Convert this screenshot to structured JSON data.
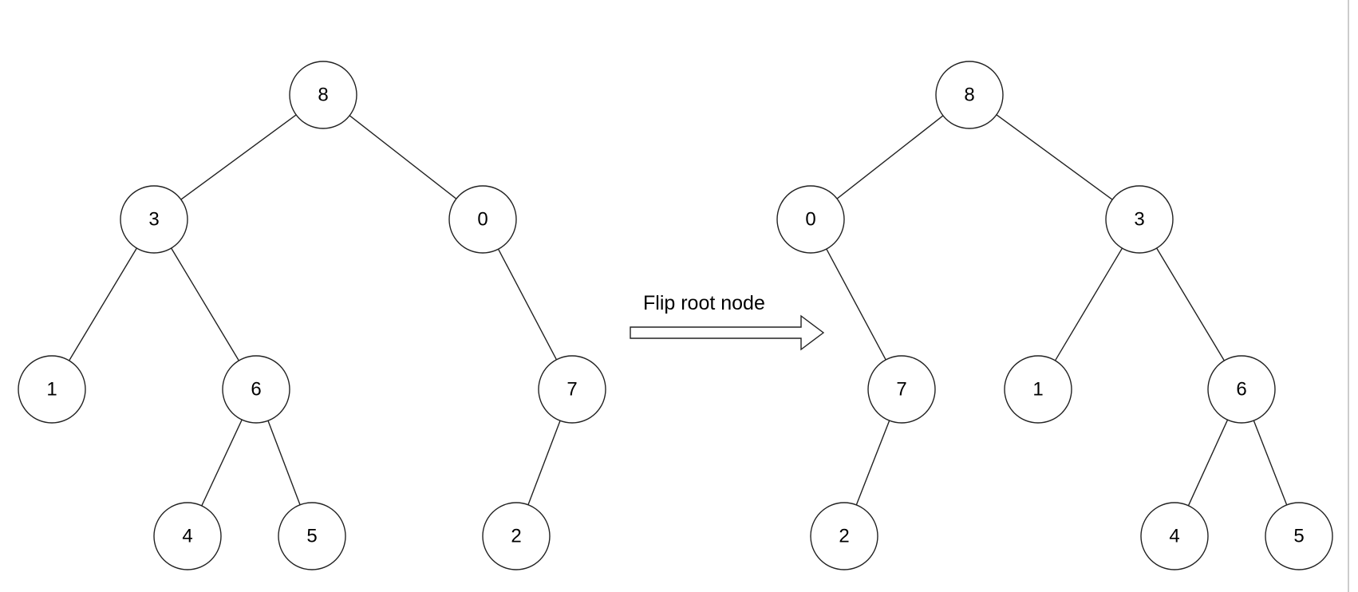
{
  "diagram": {
    "colors": {
      "stroke": "#222222",
      "fill": "#ffffff",
      "text": "#000000"
    },
    "arrow": {
      "label": "Flip root node"
    },
    "trees": [
      {
        "id": "before",
        "nodes": [
          {
            "id": "a8",
            "label": "8"
          },
          {
            "id": "a3",
            "label": "3"
          },
          {
            "id": "a0",
            "label": "0"
          },
          {
            "id": "a1",
            "label": "1"
          },
          {
            "id": "a6",
            "label": "6"
          },
          {
            "id": "a7",
            "label": "7"
          },
          {
            "id": "a4",
            "label": "4"
          },
          {
            "id": "a5",
            "label": "5"
          },
          {
            "id": "a2",
            "label": "2"
          }
        ],
        "edges": [
          [
            "a8",
            "a3"
          ],
          [
            "a8",
            "a0"
          ],
          [
            "a3",
            "a1"
          ],
          [
            "a3",
            "a6"
          ],
          [
            "a0",
            "a7"
          ],
          [
            "a6",
            "a4"
          ],
          [
            "a6",
            "a5"
          ],
          [
            "a7",
            "a2"
          ]
        ]
      },
      {
        "id": "after",
        "nodes": [
          {
            "id": "b8",
            "label": "8"
          },
          {
            "id": "b0",
            "label": "0"
          },
          {
            "id": "b3",
            "label": "3"
          },
          {
            "id": "b7",
            "label": "7"
          },
          {
            "id": "b1",
            "label": "1"
          },
          {
            "id": "b6",
            "label": "6"
          },
          {
            "id": "b2",
            "label": "2"
          },
          {
            "id": "b4",
            "label": "4"
          },
          {
            "id": "b5",
            "label": "5"
          }
        ],
        "edges": [
          [
            "b8",
            "b0"
          ],
          [
            "b8",
            "b3"
          ],
          [
            "b0",
            "b7"
          ],
          [
            "b3",
            "b1"
          ],
          [
            "b3",
            "b6"
          ],
          [
            "b7",
            "b2"
          ],
          [
            "b6",
            "b4"
          ],
          [
            "b6",
            "b5"
          ]
        ]
      }
    ]
  }
}
